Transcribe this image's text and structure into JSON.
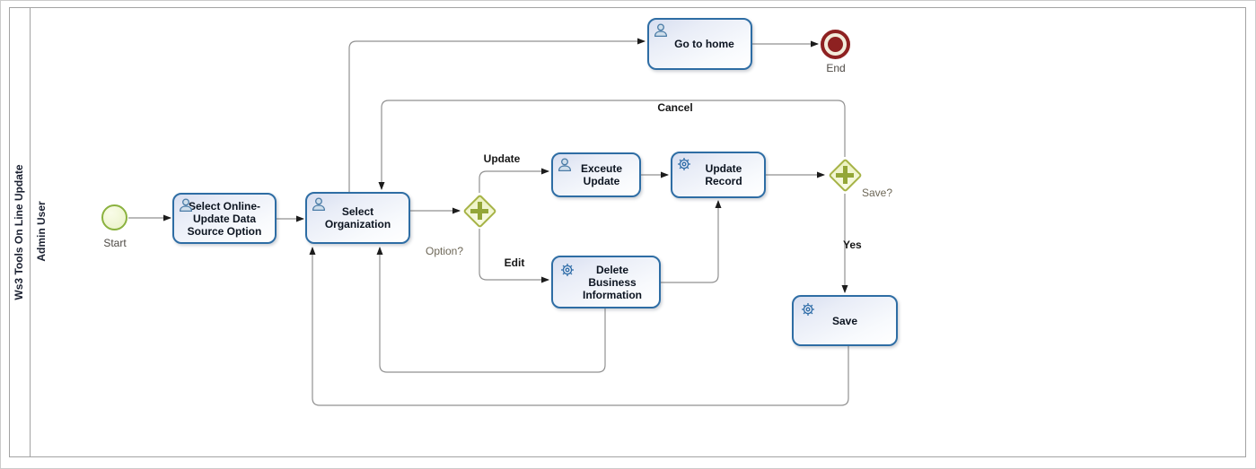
{
  "pool": {
    "title": "Ws3 Tools On Line Update",
    "lane": "Admin User"
  },
  "events": {
    "start": {
      "label": "Start"
    },
    "end": {
      "label": "End"
    }
  },
  "tasks": {
    "select_online": {
      "label": "Select Online-Update Data Source Option",
      "icon": "user-icon"
    },
    "select_org": {
      "label": "Select Organization",
      "icon": "user-icon"
    },
    "exceute_update": {
      "label": "Exceute Update",
      "icon": "user-icon"
    },
    "update_record": {
      "label": "Update Record",
      "icon": "gear-icon"
    },
    "delete_business": {
      "label": "Delete Business Information",
      "icon": "gear-icon"
    },
    "save": {
      "label": "Save",
      "icon": "gear-icon"
    },
    "go_home": {
      "label": "Go to home",
      "icon": "user-icon"
    }
  },
  "gateways": {
    "option": {
      "label": "Option?",
      "type": "parallel-plus"
    },
    "save": {
      "label": "Save?",
      "type": "parallel-plus"
    }
  },
  "flow_labels": {
    "update": "Update",
    "edit": "Edit",
    "cancel": "Cancel",
    "yes": "Yes"
  },
  "icons": {
    "user-icon": "person silhouette (user task)",
    "gear-icon": "cog wheel (service task)"
  },
  "colors": {
    "task_border": "#2e6da4",
    "task_fill_top": "#d7def0",
    "gateway_border": "#a6b345",
    "gateway_plus": "#93a637",
    "start_border": "#8bb23f",
    "end_red": "#8e2121",
    "flow_line": "#919191",
    "pool_border": "#a3a3a3"
  }
}
